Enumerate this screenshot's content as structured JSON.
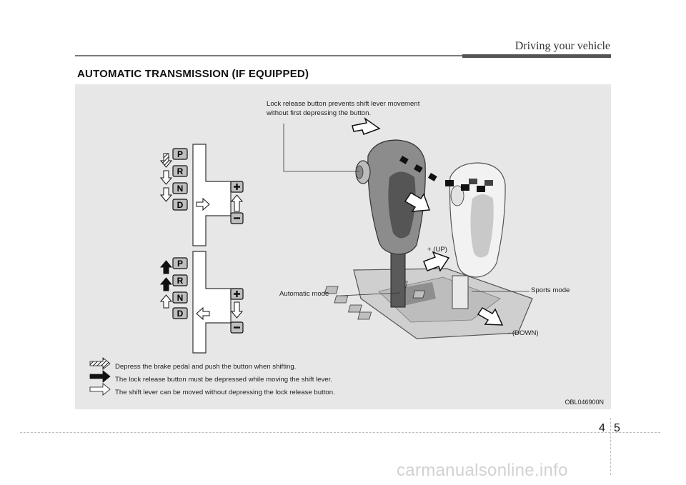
{
  "header": {
    "title": "Driving your vehicle"
  },
  "section_title": "AUTOMATIC TRANSMISSION (IF EQUIPPED)",
  "figure": {
    "callout_lock_line1": "Lock release button prevents shift lever movement",
    "callout_lock_line2": "without first depressing the button.",
    "label_up": "+ (UP)",
    "label_down": "- (DOWN)",
    "label_automatic": "Automatic mode",
    "label_sports": "Sports mode",
    "gear_letters": [
      "P",
      "R",
      "N",
      "D"
    ],
    "legend": [
      {
        "icon": "hatched-arrow-icon",
        "text": "Depress the brake pedal and push the button when shifting."
      },
      {
        "icon": "solid-arrow-icon",
        "text": "The lock release button must be depressed while moving the shift lever."
      },
      {
        "icon": "outline-arrow-icon",
        "text": "The shift lever can be moved without depressing the lock release button."
      }
    ],
    "code": "OBL046900N"
  },
  "page": {
    "chapter": "4",
    "number": "5"
  },
  "watermark": "carmanualsonline.info"
}
